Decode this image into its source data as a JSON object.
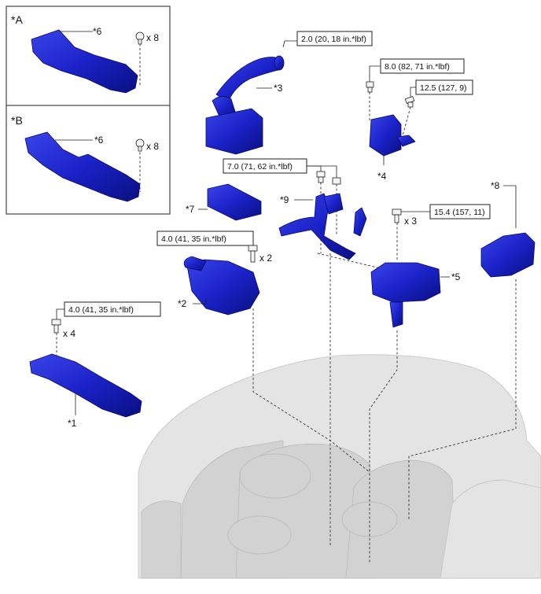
{
  "inset_boxes": [
    {
      "id": "A",
      "label": "*A",
      "part_callout": "*6",
      "qty": "x 8"
    },
    {
      "id": "B",
      "label": "*B",
      "part_callout": "*6",
      "qty": "x 8"
    }
  ],
  "callouts": {
    "p1": "*1",
    "p2": "*2",
    "p3": "*3",
    "p4": "*4",
    "p5": "*5",
    "p7": "*7",
    "p8": "*8",
    "p9": "*9"
  },
  "torques": {
    "t_p3": "2.0 (20, 18 in.*lbf)",
    "t_p4a": "8.0 (82, 71 in.*lbf)",
    "t_p4b": "12.5 (127, 9)",
    "t_p9": "7.0 (71, 62 in.*lbf)",
    "t_p5": "15.4 (157, 11)",
    "t_p2": "4.0 (41, 35 in.*lbf)",
    "t_p1": "4.0 (41, 35 in.*lbf)"
  },
  "quantities": {
    "q_p2": "x 2",
    "q_p5": "x 3",
    "q_p1": "x 4"
  },
  "colors": {
    "part_blue": "#1a22c8",
    "part_blue_dark": "#0a0f80",
    "engine_gray": "#d8d8d8"
  }
}
